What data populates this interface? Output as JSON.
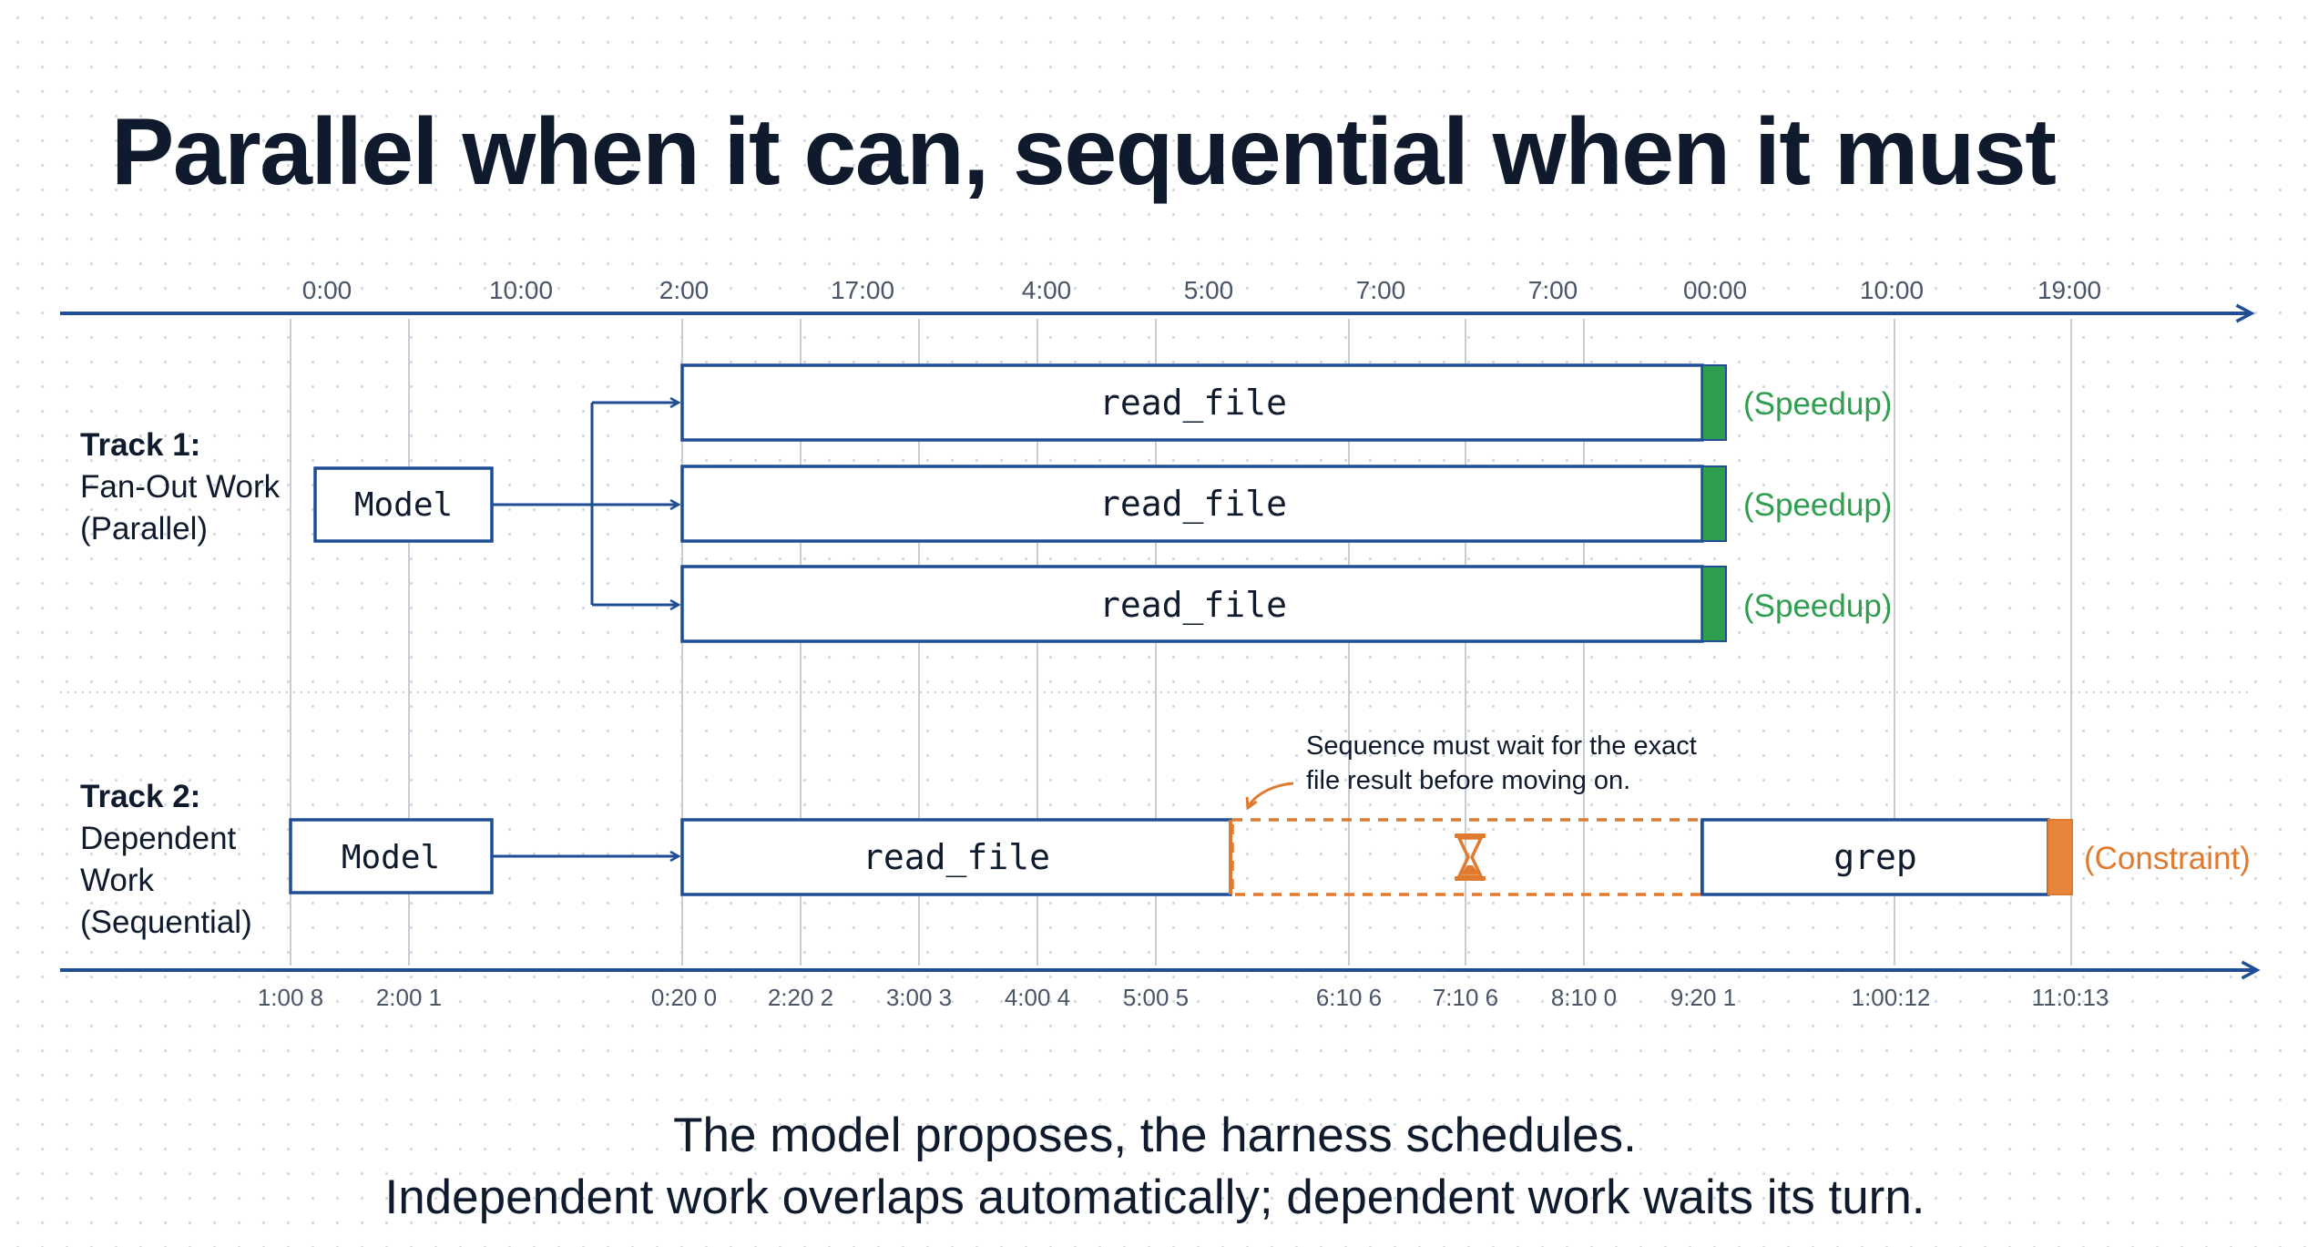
{
  "title": "Parallel when it can, sequential when it must",
  "colors": {
    "ink": "#0f1b2d",
    "blue": "#1f4e96",
    "green": "#2f9e4f",
    "orange": "#e07a2e",
    "grid": "#c9ced6"
  },
  "top_axis": {
    "ticks": [
      "0:00",
      "10:00",
      "2:00",
      "17:00",
      "4:00",
      "5:00",
      "7:00",
      "7:00",
      "00:00",
      "10:00",
      "19:00"
    ]
  },
  "bottom_axis": {
    "ticks": [
      "1:00 8",
      "2:00 1",
      "0:20 0",
      "2:20 2",
      "3:00 3",
      "4:00 4",
      "5:00 5",
      "6:10 6",
      "7:10 6",
      "8:10 0",
      "9:20 1",
      "1:00:12",
      "11:0:13"
    ]
  },
  "track1": {
    "heading": "Track 1:",
    "desc_lines": [
      "Fan-Out Work",
      "(Parallel)"
    ],
    "model_label": "Model",
    "bars": [
      {
        "label": "read_file",
        "note": "(Speedup)"
      },
      {
        "label": "read_file",
        "note": "(Speedup)"
      },
      {
        "label": "read_file",
        "note": "(Speedup)"
      }
    ]
  },
  "track2": {
    "heading": "Track 2:",
    "desc_lines": [
      "Dependent",
      "Work",
      "(Sequential)"
    ],
    "model_label": "Model",
    "read_label": "read_file",
    "wait_icon": "hourglass-icon",
    "grep_label": "grep",
    "constraint_label": "(Constraint)",
    "annotation_lines": [
      "Sequence must wait for the exact",
      "file result before moving on."
    ]
  },
  "footer": {
    "line1": "The model proposes, the harness schedules.",
    "line2": "Independent work overlaps automatically; dependent work waits its turn."
  }
}
